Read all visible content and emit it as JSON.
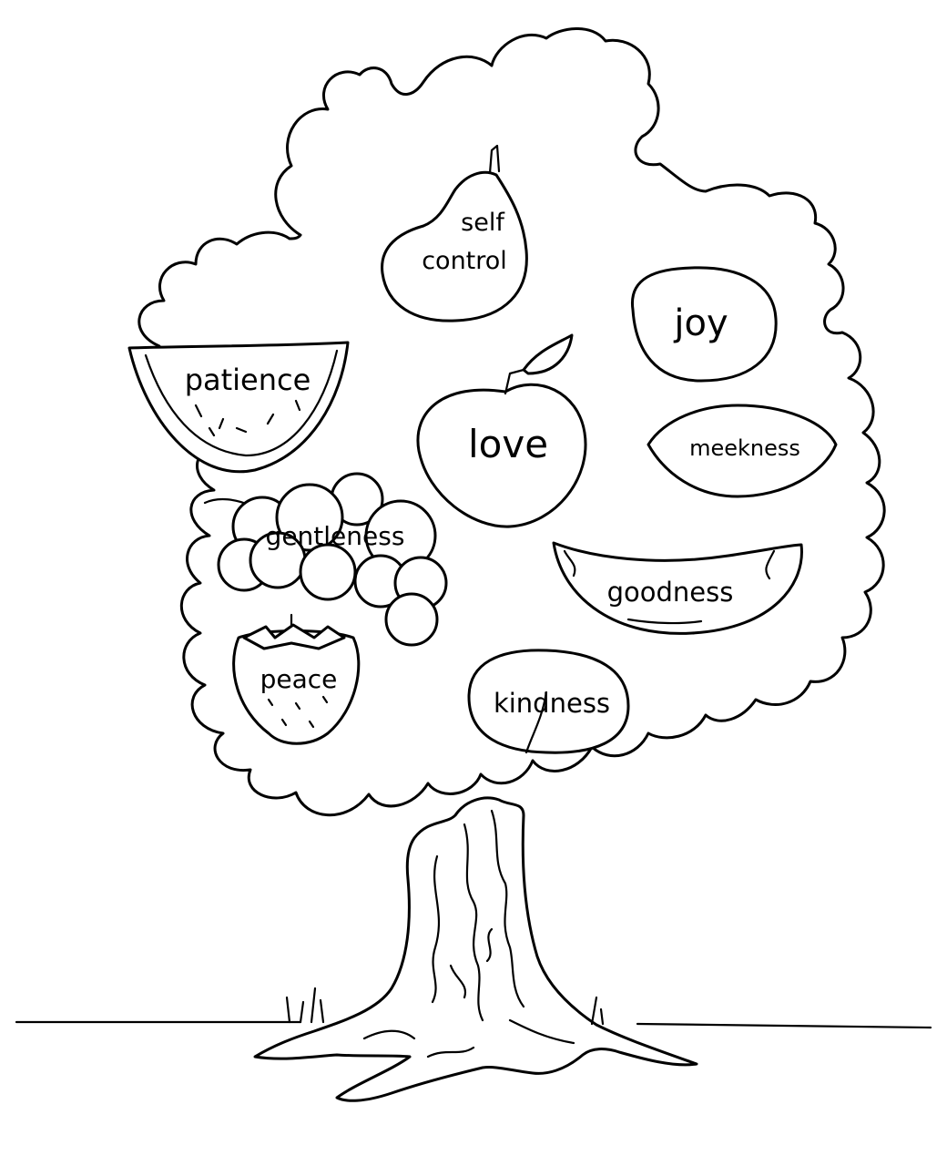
{
  "fruits": {
    "self_control": {
      "line1": "self",
      "line2": "control"
    },
    "joy": "joy",
    "patience": "patience",
    "love": "love",
    "meekness": "meekness",
    "gentleness": "gentleness",
    "goodness": "goodness",
    "peace": "peace",
    "kindness": "kindness"
  },
  "colors": {
    "ink": "#000000",
    "paper": "#ffffff"
  }
}
